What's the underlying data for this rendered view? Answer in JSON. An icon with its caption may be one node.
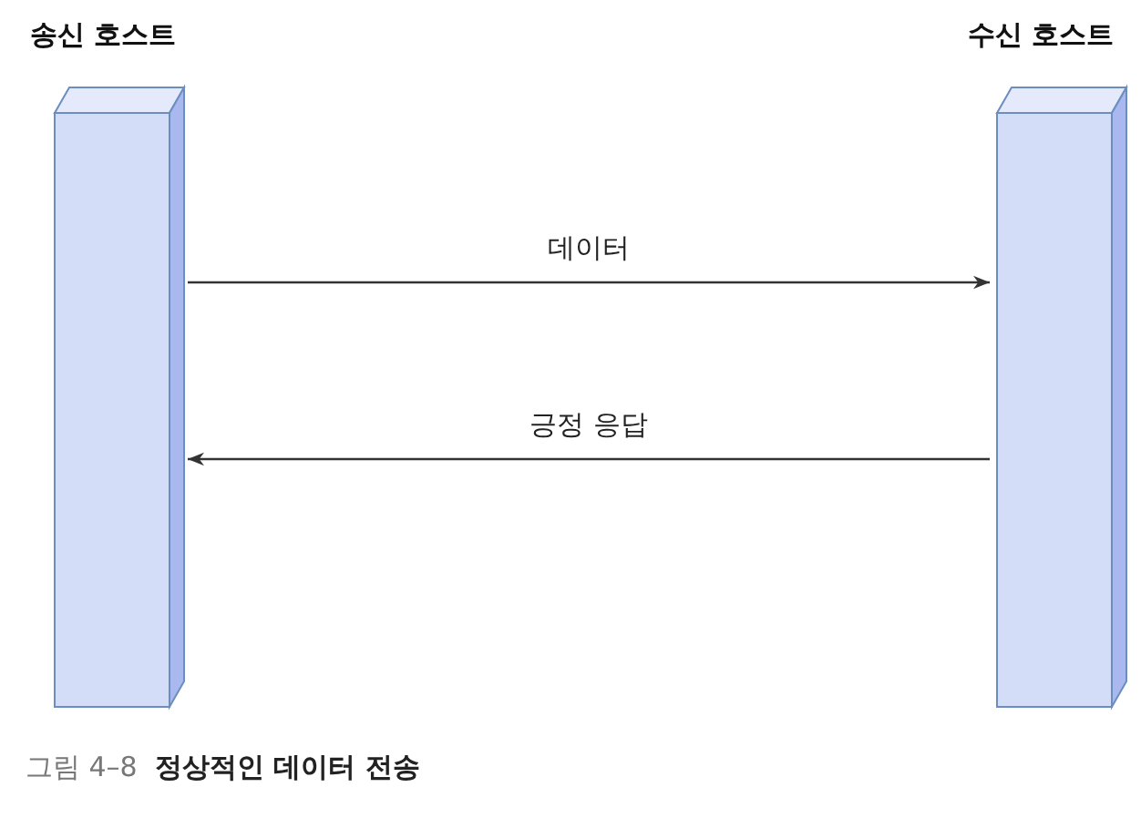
{
  "diagram": {
    "nodes": [
      {
        "text": [
          "송신 호스트"
        ]
      },
      {
        "text": [
          "수신 호스트"
        ]
      }
    ],
    "edges": [
      {
        "from": 0,
        "to": 1,
        "arrow": "to",
        "label": "데이터"
      },
      {
        "from": 1,
        "to": 0,
        "arrow": "to",
        "label": "긍정 응답"
      }
    ],
    "caption": "그림 4–8  **정상적인 데이터 전송**"
  }
}
